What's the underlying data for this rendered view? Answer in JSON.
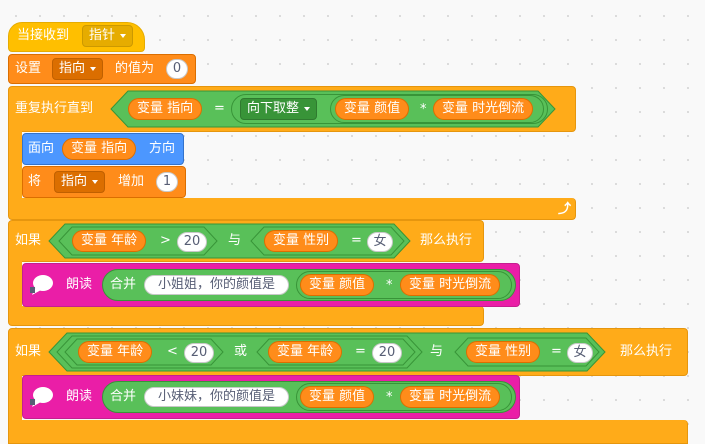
{
  "when_receive": {
    "label": "当接收到",
    "message": "指针"
  },
  "set_var": {
    "label": "设置",
    "var": "指向",
    "mid": "的值为",
    "value": "0"
  },
  "repeat_until": {
    "label": "重复执行直到",
    "var_pointer": "变量 指向",
    "eq": "=",
    "round_mode": "向下取整",
    "var_color": "变量 颜值",
    "times": "*",
    "var_time": "变量 时光倒流"
  },
  "point_dir": {
    "label": "面向",
    "var": "变量 指向",
    "suffix": "方向"
  },
  "change_var": {
    "label": "将",
    "var": "指向",
    "mid": "增加",
    "value": "1"
  },
  "if1": {
    "label": "如果",
    "var_age": "变量 年龄",
    "gt": ">",
    "age_value": "20",
    "and": "与",
    "var_gender": "变量 性别",
    "eq": "=",
    "gender_value": "女",
    "then": "那么执行"
  },
  "say1": {
    "label": "朗读",
    "join": "合并",
    "text": "小姐姐，你的颜值是",
    "var_color": "变量 颜值",
    "times": "*",
    "var_time": "变量 时光倒流"
  },
  "if2": {
    "label": "如果",
    "var_age_a": "变量 年龄",
    "lt": "<",
    "age_a_value": "20",
    "or": "或",
    "var_age_b": "变量 年龄",
    "eq": "=",
    "age_b_value": "20",
    "and": "与",
    "var_gender": "变量 性别",
    "gender_eq": "=",
    "gender_value": "女",
    "then": "那么执行"
  },
  "say2": {
    "label": "朗读",
    "join": "合并",
    "text": "小妹妹，你的颜值是",
    "var_color": "变量 颜值",
    "times": "*",
    "var_time": "变量 时光倒流"
  },
  "colors": {
    "events": "#ffbf00",
    "data": "#ff8c1a",
    "control": "#ffab19",
    "motion": "#4c97ff",
    "operators": "#59c059",
    "text_to_speech": "#ea1ea7"
  }
}
